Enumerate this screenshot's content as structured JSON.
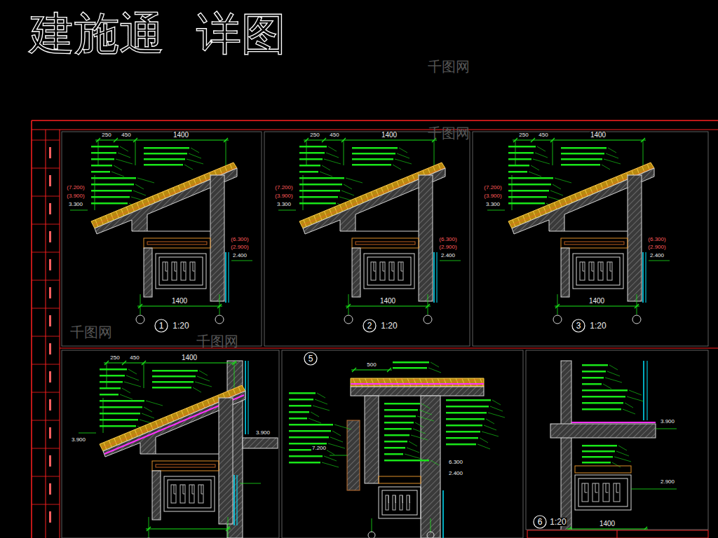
{
  "diagram": {
    "title": "建施通 详图",
    "nodes": [
      {
        "text": [
          "1"
        ]
      },
      {
        "text": [
          "2"
        ]
      },
      {
        "text": [
          "3"
        ]
      },
      {
        "text": [
          "5"
        ]
      },
      {
        "text": [
          "6"
        ]
      }
    ],
    "labels": [
      "250",
      "450",
      "1400",
      "(7.200)",
      "(3.900)",
      "3.300",
      "(6.300)",
      "(2.900)",
      "2.400",
      "1400",
      "1:20",
      "250",
      "450",
      "1400",
      "(7.200)",
      "(3.900)",
      "3.300",
      "(6.300)",
      "(2.900)",
      "2.400",
      "1400",
      "1:20",
      "250",
      "450",
      "1400",
      "(7.200)",
      "(3.900)",
      "3.300",
      "(6.300)",
      "(2.900)",
      "2.400",
      "1400",
      "1:20",
      "250",
      "450",
      "1400",
      "3.900",
      "3.900",
      "500",
      "7.200",
      "6.300",
      "2.400",
      "3.900",
      "2.900",
      "1400",
      "1:20",
      "千图网",
      "千图网",
      "千图网",
      "千图网"
    ]
  }
}
